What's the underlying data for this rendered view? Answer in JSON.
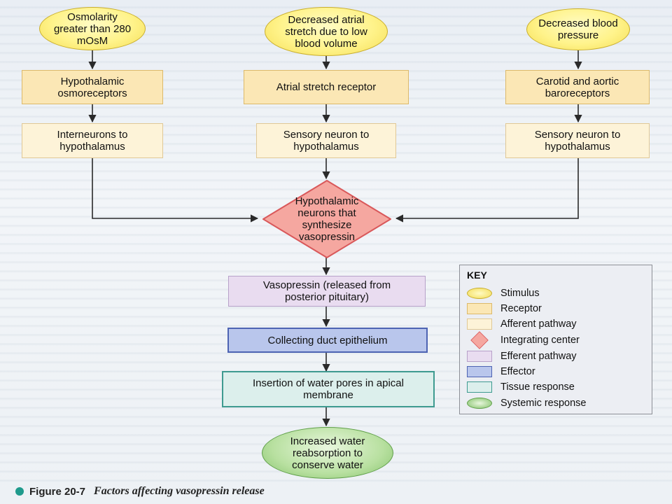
{
  "nodes": {
    "stimulus_osmolarity": "Osmolarity greater than 280 mOsM",
    "stimulus_atrial": "Decreased atrial stretch due to low blood volume",
    "stimulus_bp": "Decreased blood pressure",
    "receptor_osmo": "Hypothalamic osmoreceptors",
    "receptor_atrial": "Atrial stretch receptor",
    "receptor_baro": "Carotid and aortic baroreceptors",
    "afferent_interneurons": "Interneurons to hypothalamus",
    "afferent_sensory_mid": "Sensory neuron to hypothalamus",
    "afferent_sensory_right": "Sensory neuron to hypothalamus",
    "integrating": "Hypothalamic neurons that synthesize vasopressin",
    "efferent": "Vasopressin (released from posterior pituitary)",
    "effector": "Collecting duct epithelium",
    "tissue": "Insertion of water pores in apical membrane",
    "systemic": "Increased water reabsorption to conserve water"
  },
  "key": {
    "title": "KEY",
    "items": [
      {
        "swatch": "stimulus",
        "label": "Stimulus"
      },
      {
        "swatch": "receptor",
        "label": "Receptor"
      },
      {
        "swatch": "afferent",
        "label": "Afferent pathway"
      },
      {
        "swatch": "diamond",
        "label": "Integrating center"
      },
      {
        "swatch": "efferent",
        "label": "Efferent pathway"
      },
      {
        "swatch": "effector",
        "label": "Effector"
      },
      {
        "swatch": "tissue",
        "label": "Tissue response"
      },
      {
        "swatch": "systemic",
        "label": "Systemic response"
      }
    ]
  },
  "caption": {
    "label": "Figure 20-7",
    "title": "Factors affecting vasopressin release"
  },
  "colors": {
    "stimulus": "#fff38a",
    "receptor": "#fbe7b5",
    "afferent": "#fdf3d8",
    "integrating": "#f5a7a0",
    "efferent": "#e9dcf0",
    "effector": "#b9c6ec",
    "tissue": "#dcefec",
    "systemic": "#b8e0a0",
    "caption_bullet": "#1f9a8c"
  }
}
